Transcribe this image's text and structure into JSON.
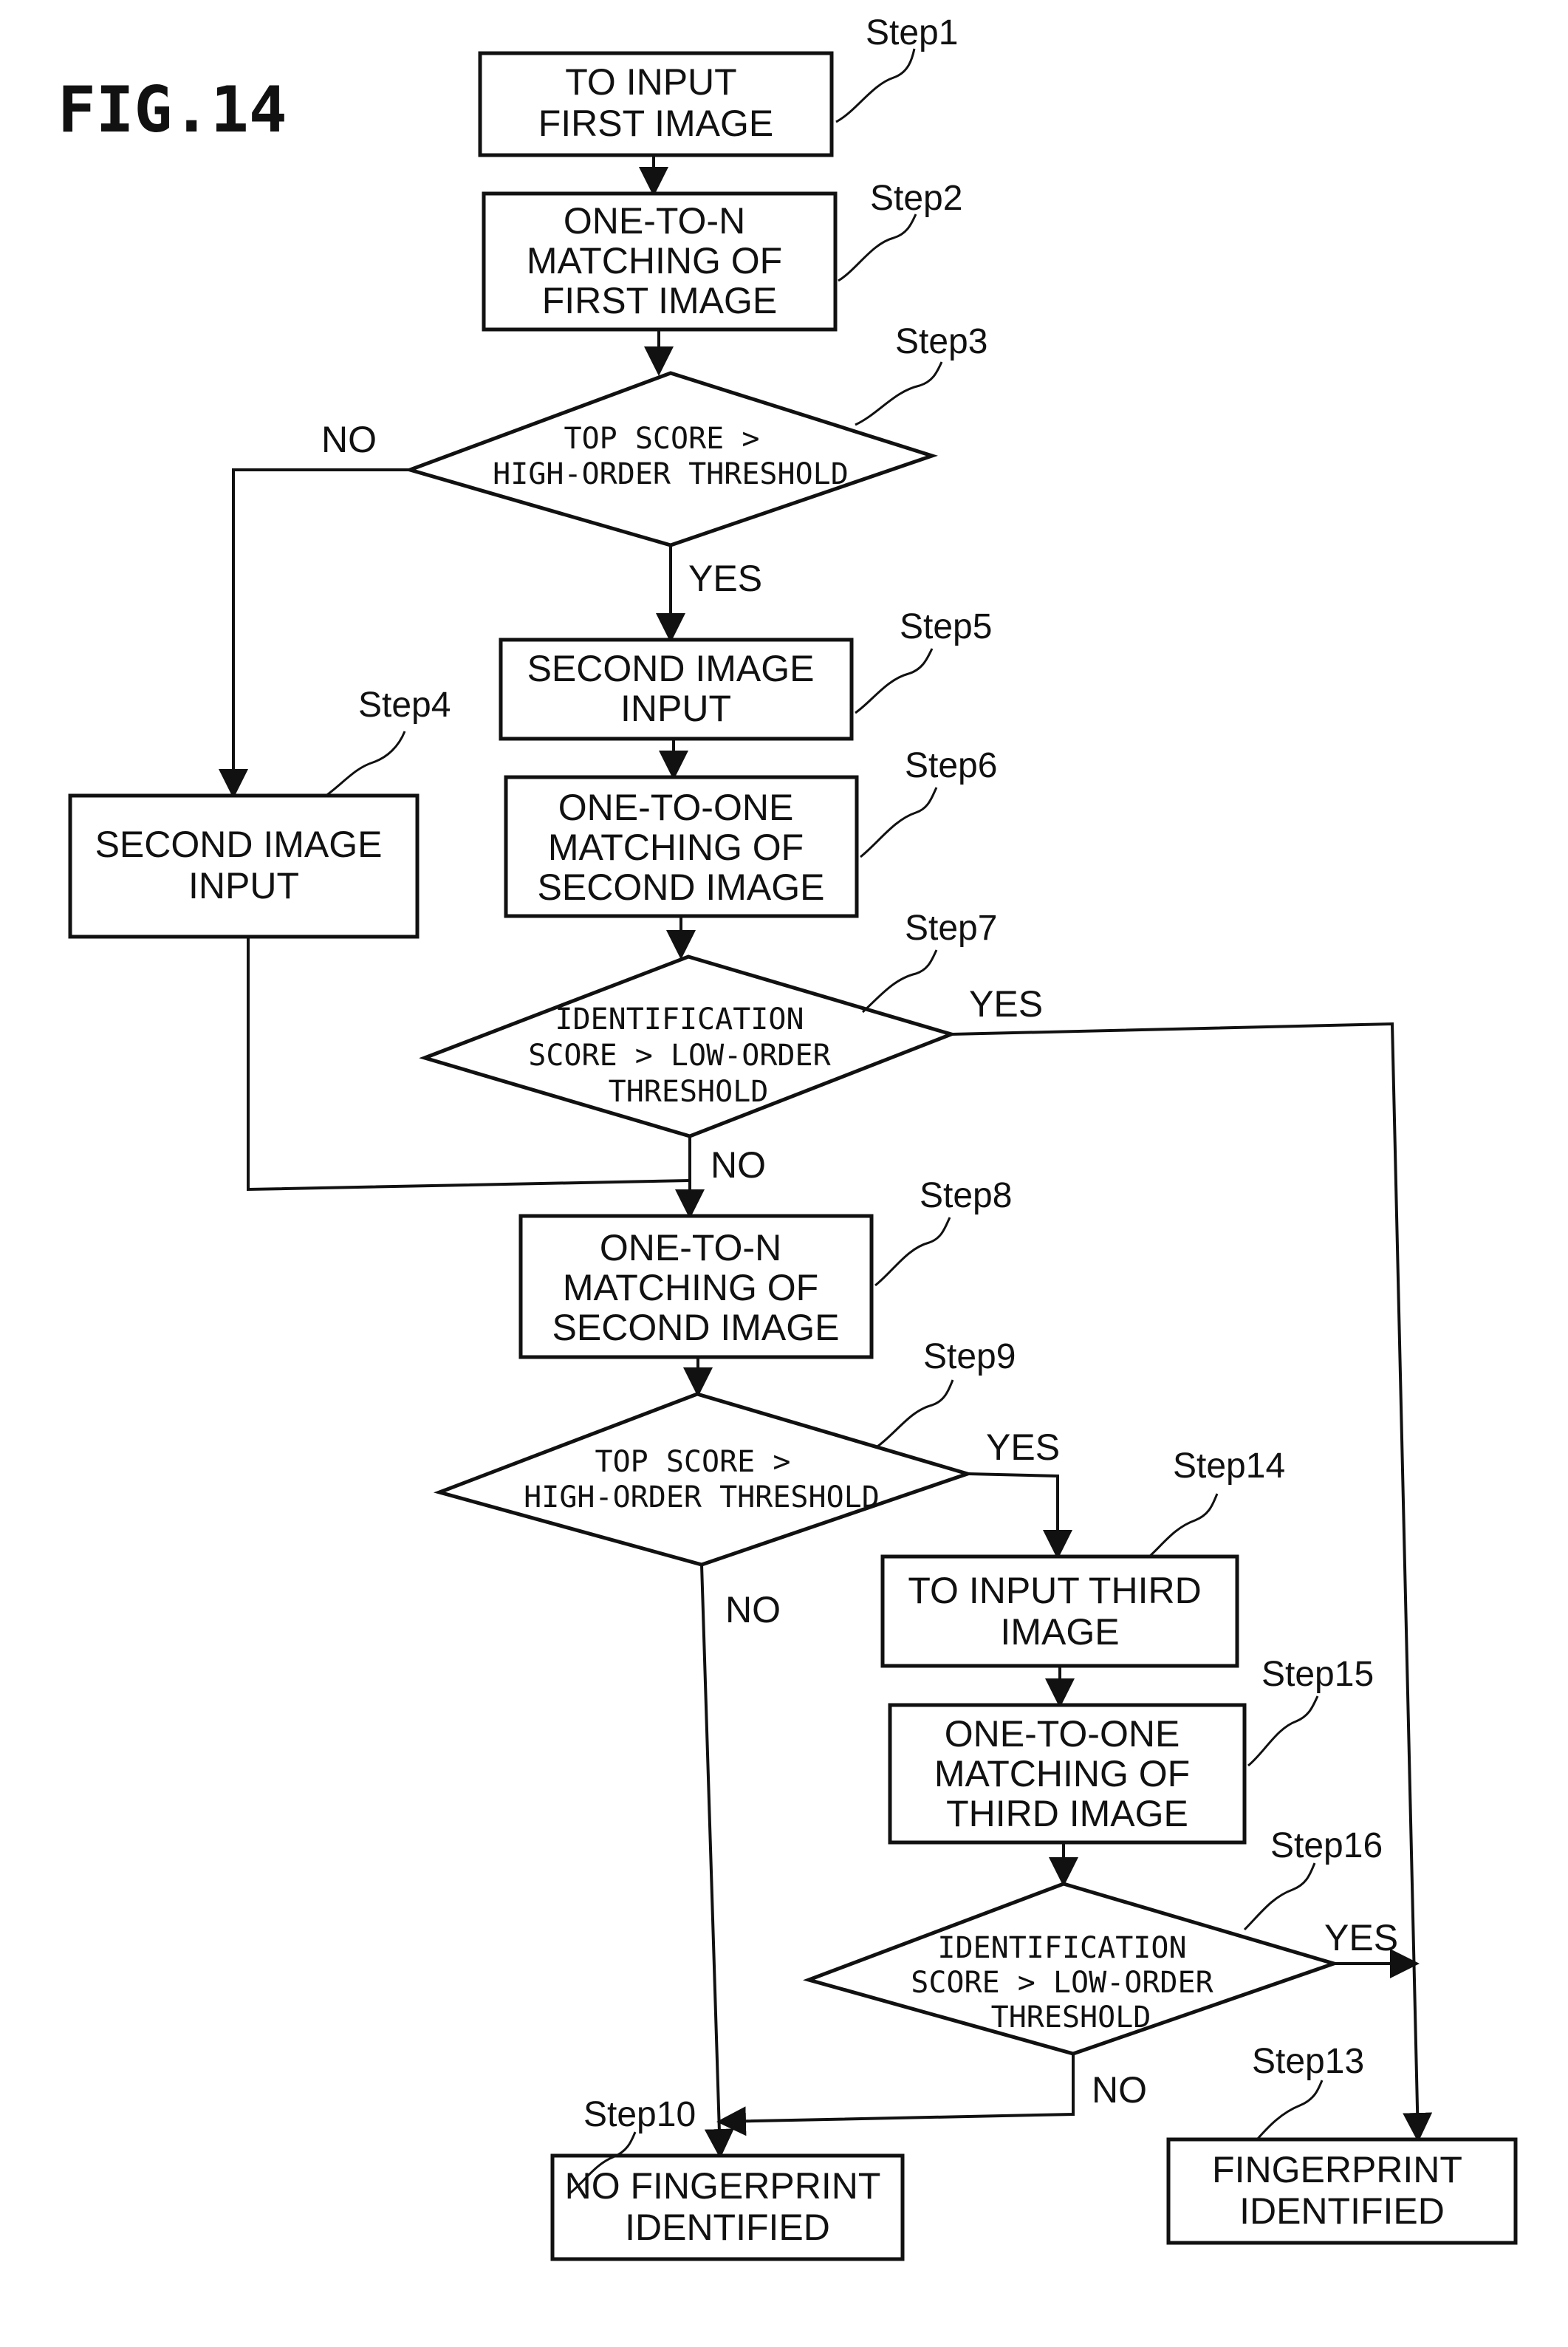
{
  "figure": {
    "title": "FIG.14"
  },
  "nodes": {
    "step1": {
      "type": "process",
      "step": "Step1",
      "lines": [
        "TO INPUT",
        "FIRST IMAGE"
      ]
    },
    "step2": {
      "type": "process",
      "step": "Step2",
      "lines": [
        "ONE-TO-N",
        "MATCHING OF",
        "FIRST IMAGE"
      ]
    },
    "step3": {
      "type": "decision",
      "step": "Step3",
      "lines": [
        "TOP SCORE >",
        "HIGH-ORDER THRESHOLD"
      ]
    },
    "step4": {
      "type": "process",
      "step": "Step4",
      "lines": [
        "SECOND IMAGE",
        "INPUT"
      ]
    },
    "step5": {
      "type": "process",
      "step": "Step5",
      "lines": [
        "SECOND IMAGE",
        "INPUT"
      ]
    },
    "step6": {
      "type": "process",
      "step": "Step6",
      "lines": [
        "ONE-TO-ONE",
        "MATCHING OF",
        "SECOND IMAGE"
      ]
    },
    "step7": {
      "type": "decision",
      "step": "Step7",
      "lines": [
        "IDENTIFICATION",
        "SCORE > LOW-ORDER",
        "THRESHOLD"
      ]
    },
    "step8": {
      "type": "process",
      "step": "Step8",
      "lines": [
        "ONE-TO-N",
        "MATCHING OF",
        "SECOND IMAGE"
      ]
    },
    "step9": {
      "type": "decision",
      "step": "Step9",
      "lines": [
        "TOP SCORE >",
        "HIGH-ORDER THRESHOLD"
      ]
    },
    "step10": {
      "type": "terminal",
      "step": "Step10",
      "lines": [
        "NO FINGERPRINT",
        "IDENTIFIED"
      ]
    },
    "step13": {
      "type": "terminal",
      "step": "Step13",
      "lines": [
        "FINGERPRINT",
        "IDENTIFIED"
      ]
    },
    "step14": {
      "type": "process",
      "step": "Step14",
      "lines": [
        "TO INPUT THIRD",
        "IMAGE"
      ]
    },
    "step15": {
      "type": "process",
      "step": "Step15",
      "lines": [
        "ONE-TO-ONE",
        "MATCHING OF",
        "THIRD IMAGE"
      ]
    },
    "step16": {
      "type": "decision",
      "step": "Step16",
      "lines": [
        "IDENTIFICATION",
        "SCORE > LOW-ORDER",
        "THRESHOLD"
      ]
    }
  },
  "branches": {
    "step3_no": "NO",
    "step3_yes": "YES",
    "step7_yes": "YES",
    "step7_no": "NO",
    "step9_yes": "YES",
    "step9_no": "NO",
    "step16_yes": "YES",
    "step16_no": "NO"
  }
}
